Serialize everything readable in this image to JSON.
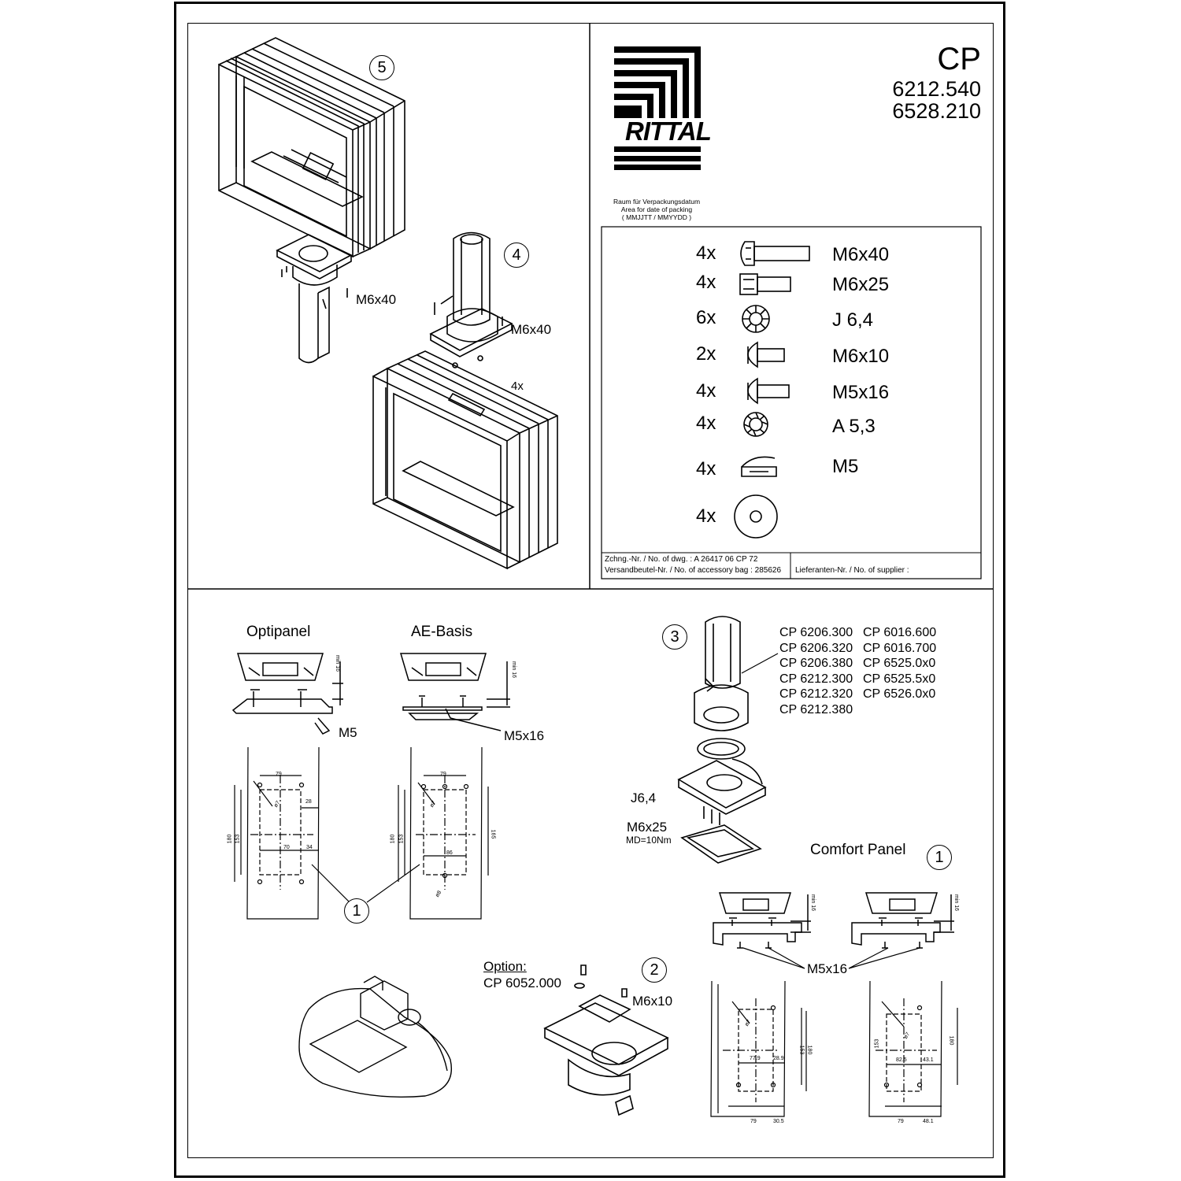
{
  "header": {
    "brand": "RITTAL",
    "product": "CP",
    "part_numbers": [
      "6212.540",
      "6528.210"
    ],
    "packing_note": [
      "Raum für Verpackungsdatum",
      "Area for date of packing",
      "( MMJJTT / MMYYDD )"
    ]
  },
  "parts_list": [
    {
      "qty": "4x",
      "icon": "hex-socket-bolt-icon",
      "spec": "M6x40"
    },
    {
      "qty": "4x",
      "icon": "cap-screw-icon",
      "spec": "M6x25"
    },
    {
      "qty": "6x",
      "icon": "serrated-washer-icon",
      "spec": "J 6,4"
    },
    {
      "qty": "2x",
      "icon": "pan-head-screw-icon",
      "spec": "M6x10"
    },
    {
      "qty": "4x",
      "icon": "pan-head-screw-icon",
      "spec": "M5x16"
    },
    {
      "qty": "4x",
      "icon": "toothed-lock-washer-icon",
      "spec": "A 5,3"
    },
    {
      "qty": "4x",
      "icon": "cage-nut-icon",
      "spec": "M5"
    },
    {
      "qty": "4x",
      "icon": "flat-washer-icon",
      "spec": ""
    }
  ],
  "footer": {
    "drawing_no": "Zchng.-Nr. / No. of dwg. :   A 26417 06 CP 72",
    "bag_no": "Versandbeutel-Nr. / No. of accessory bag : 285626",
    "supplier_no": "Lieferanten-Nr. / No. of supplier :"
  },
  "steps": {
    "s1": "1",
    "s2": "2",
    "s3": "3",
    "s4": "4",
    "s5": "5"
  },
  "upper_left": {
    "m6x40_a": "M6x40",
    "m6x40_b": "M6x40",
    "qty_4x": "4x"
  },
  "lower": {
    "optipanel": "Optipanel",
    "ae_basis": "AE-Basis",
    "m5": "M5",
    "m5x16": "M5x16",
    "min16": "min 16",
    "comfort_panel": "Comfort Panel",
    "m5x16_b": "M5x16",
    "j64": "J6,4",
    "m6x25": "M6x25",
    "md": "MD=10Nm",
    "option": "Option:",
    "option_part": "CP 6052.000",
    "m6x10": "M6x10",
    "compat_col1": [
      "CP 6206.300",
      "CP 6206.320",
      "CP 6206.380",
      "CP 6212.300",
      "CP 6212.320",
      "CP 6212.380"
    ],
    "compat_col2": [
      "CP 6016.600",
      "CP 6016.700",
      "CP 6525.0x0",
      "CP 6525.5x0",
      "CP 6526.0x0"
    ]
  },
  "dims": {
    "opti": {
      "w79": "79",
      "d7": "ø7",
      "d28": "28",
      "h180": "180",
      "h153": "153",
      "w70": "70",
      "w34": "34"
    },
    "ae": {
      "w79": "79",
      "d7": "ø7",
      "h180": "180",
      "h153": "153",
      "h165": "165",
      "w86": "86",
      "d8": "ø8"
    },
    "comfort1": {
      "d7": "ø7",
      "h153": "153",
      "h180": "180",
      "w779": "77.9",
      "w289": "28.9",
      "w79": "79",
      "w305": "30.5"
    },
    "comfort2": {
      "d7": "ø7",
      "h153": "153",
      "h180": "180",
      "w825": "82.5",
      "w431": "43.1",
      "w79": "79",
      "w481": "48.1"
    }
  }
}
